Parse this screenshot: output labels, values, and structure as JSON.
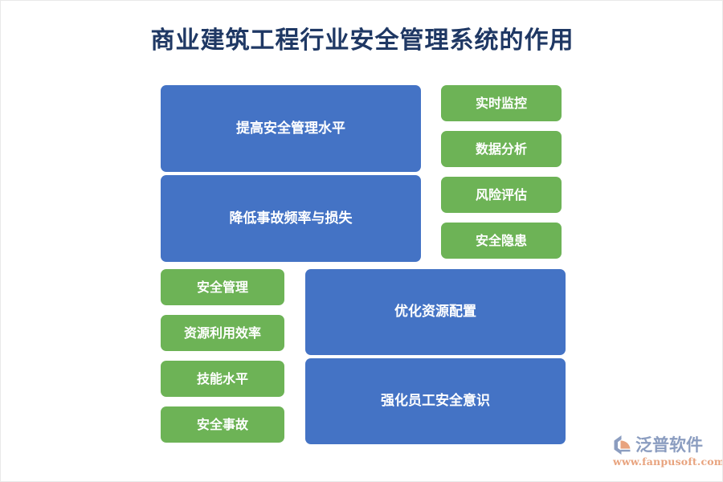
{
  "page": {
    "title": "商业建筑工程行业安全管理系统的作用",
    "background_color": "#ffffff",
    "title_color": "#1f3864"
  },
  "colors": {
    "blue": "#4473c5",
    "green": "#6db356",
    "logo_blue": "#8b9dc0",
    "logo_orange": "#e8a37e"
  },
  "groups": {
    "top_left_primary": {
      "color": "#4473c5",
      "items": [
        {
          "label": "提高安全管理水平"
        },
        {
          "label": "降低事故频率与损失"
        }
      ]
    },
    "top_right_secondary": {
      "color": "#6db356",
      "items": [
        {
          "label": "实时监控"
        },
        {
          "label": "数据分析"
        },
        {
          "label": "风险评估"
        },
        {
          "label": "安全隐患"
        }
      ]
    },
    "bottom_left_secondary": {
      "color": "#6db356",
      "items": [
        {
          "label": "安全管理"
        },
        {
          "label": "资源利用效率"
        },
        {
          "label": "技能水平"
        },
        {
          "label": "安全事故"
        }
      ]
    },
    "bottom_right_primary": {
      "color": "#4473c5",
      "items": [
        {
          "label": "优化资源配置"
        },
        {
          "label": "强化员工安全意识"
        }
      ]
    }
  },
  "watermark": {
    "brand": "泛普软件",
    "url": "www.fanpusoft.com",
    "mark_icon": "fanpu-logo-icon"
  }
}
